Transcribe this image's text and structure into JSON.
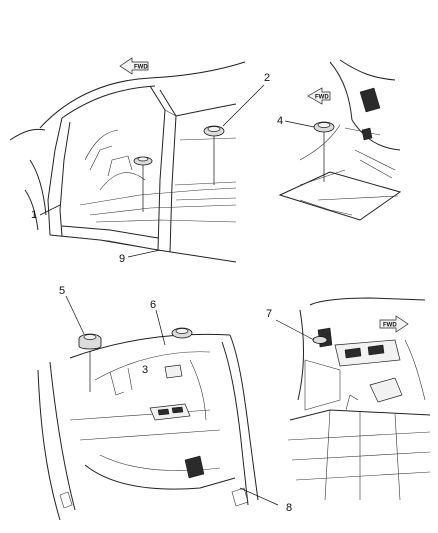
{
  "figure": {
    "callouts": {
      "c1": "1",
      "c2": "2",
      "c3": "3",
      "c4": "4",
      "c5": "5",
      "c6": "6",
      "c7": "7",
      "c8": "8",
      "c9": "9"
    },
    "arrow_labels": {
      "front_top": "FWD",
      "front_mid": "FWD",
      "front_right": "FWD"
    }
  }
}
